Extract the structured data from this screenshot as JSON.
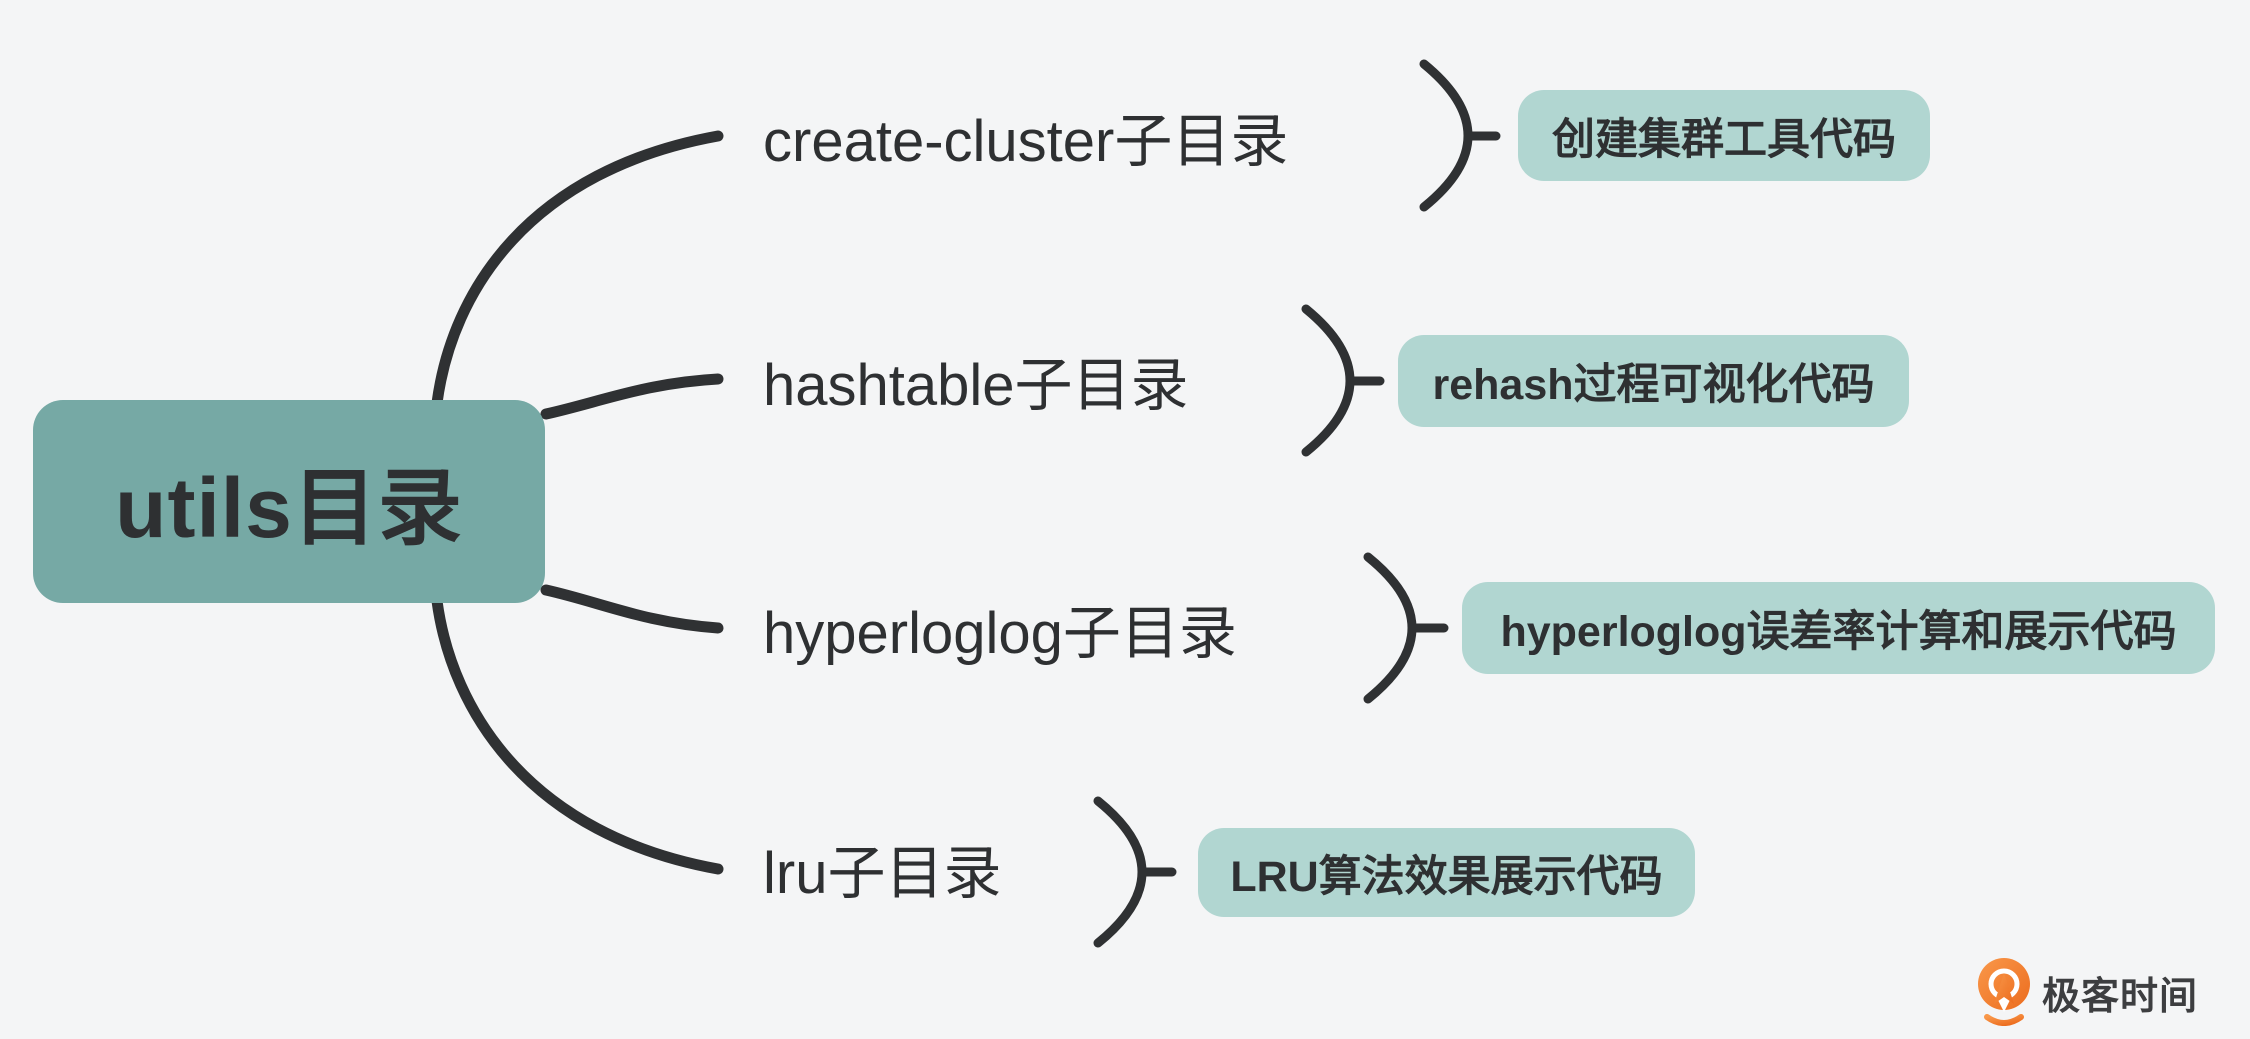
{
  "diagram": {
    "root": {
      "label": "utils目录"
    },
    "branches": [
      {
        "label": "create-cluster子目录",
        "leaf": "创建集群工具代码"
      },
      {
        "label": "hashtable子目录",
        "leaf": "rehash过程可视化代码"
      },
      {
        "label": "hyperloglog子目录",
        "leaf": "hyperloglog误差率计算和展示代码"
      },
      {
        "label": "lru子目录",
        "leaf": "LRU算法效果展示代码"
      }
    ]
  },
  "footer": {
    "brand": "极客时间"
  },
  "colors": {
    "bg": "#f4f5f6",
    "root-fill": "#76a9a5",
    "leaf-fill": "#b1d6d1",
    "line": "#2f3133",
    "text-dark": "#2e3032",
    "logo-orange": "#f07c28",
    "logo-text": "#3d3e40"
  }
}
